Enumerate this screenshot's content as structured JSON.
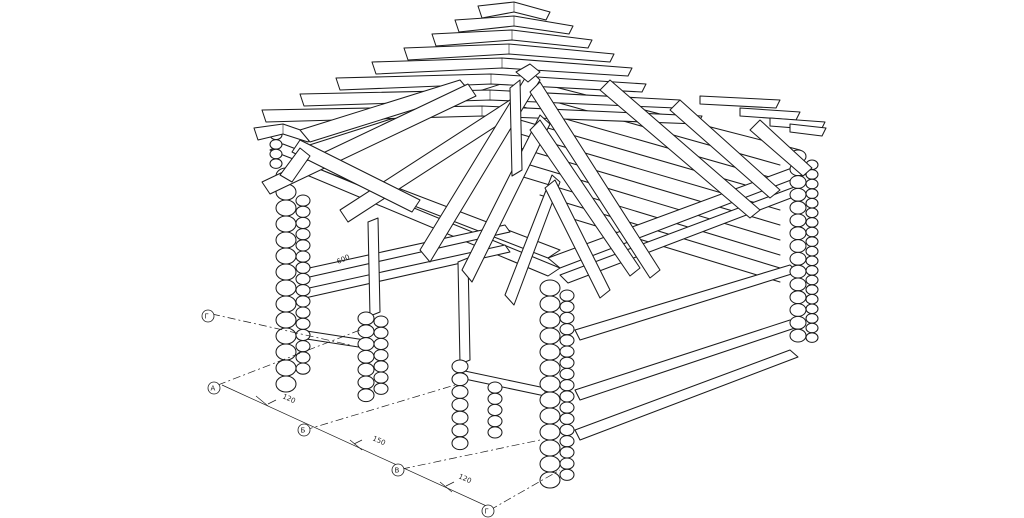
{
  "drawing": {
    "axis_markers": [
      "Г",
      "А",
      "Б",
      "В",
      "Г"
    ],
    "dimensions": [
      "120",
      "150",
      "120"
    ],
    "side_dimension": "600",
    "colors": {
      "line": "#1a1a1a",
      "background": "#ffffff"
    }
  }
}
